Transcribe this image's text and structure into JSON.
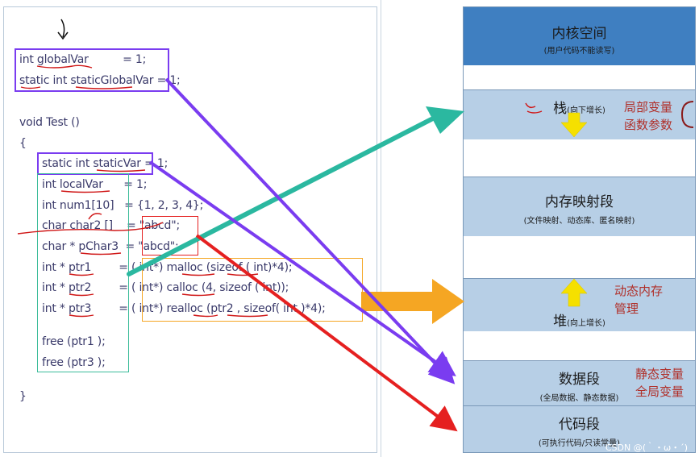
{
  "code": {
    "lines": [
      "int globalVar          = 1;",
      "static int staticGlobalVar = 1;",
      "void Test ()",
      "{",
      "static int staticVar = 1;",
      "int localVar      = 1;",
      "int num1[10]   = {1, 2, 3, 4};",
      "char char2 []    = \"abcd\";",
      "char * pChar3  = \"abcd\";",
      "int * ptr1        = ( int*) malloc (sizeof ( int)*4);",
      "int * ptr2        = ( int*) calloc (4, sizeof ( int));",
      "int * ptr3        = ( int*) realloc (ptr2 , sizeof( int )*4);",
      "free (ptr1 );",
      "free (ptr3 );",
      "}"
    ]
  },
  "memory": {
    "kernel": {
      "title": "内核空间",
      "sub": "(用户代码不能读写)"
    },
    "stack": {
      "title": "栈",
      "sub": "(向下增长)"
    },
    "mmap": {
      "title": "内存映射段",
      "sub": "(文件映射、动态库、匿名映射)"
    },
    "heap": {
      "title": "堆",
      "sub": "(向上增长)"
    },
    "data": {
      "title": "数据段",
      "sub": "(全局数据、静态数据)"
    },
    "code": {
      "title": "代码段",
      "sub": "(可执行代码/只读常量)"
    }
  },
  "notes": {
    "stack_1": "局部变量",
    "stack_2": "函数参数",
    "heap_1": "动态内存",
    "heap_2": "管理",
    "data_1": "静态变量",
    "data_2": "全局变量"
  },
  "watermark": "CSDN @(｀・ω・´)",
  "colors": {
    "kernel": "#3f7fc1",
    "segment": "#b7cfe6",
    "purple": "#7a3cf0",
    "teal": "#2bb8a0",
    "orange": "#f5a623",
    "red": "#e52020",
    "yellow": "#f5e000"
  }
}
